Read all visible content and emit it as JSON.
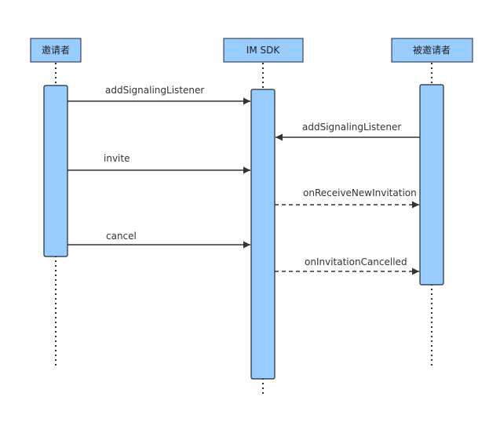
{
  "colors": {
    "box_fill": "#99CCFF",
    "box_stroke": "#1f2a36",
    "line": "#333333",
    "text": "#333333"
  },
  "actors": [
    {
      "id": "inviter",
      "label": "邀请者"
    },
    {
      "id": "sdk",
      "label": "IM SDK"
    },
    {
      "id": "invitee",
      "label": "被邀请者"
    }
  ],
  "messages": [
    {
      "label": "addSignalingListener",
      "from": "inviter",
      "to": "sdk",
      "style": "solid"
    },
    {
      "label": "addSignalingListener",
      "from": "invitee",
      "to": "sdk",
      "style": "solid"
    },
    {
      "label": "invite",
      "from": "inviter",
      "to": "sdk",
      "style": "solid"
    },
    {
      "label": "onReceiveNewInvitation",
      "from": "sdk",
      "to": "invitee",
      "style": "dashed"
    },
    {
      "label": "cancel",
      "from": "inviter",
      "to": "sdk",
      "style": "solid"
    },
    {
      "label": "onInvitationCancelled",
      "from": "sdk",
      "to": "invitee",
      "style": "dashed"
    }
  ]
}
